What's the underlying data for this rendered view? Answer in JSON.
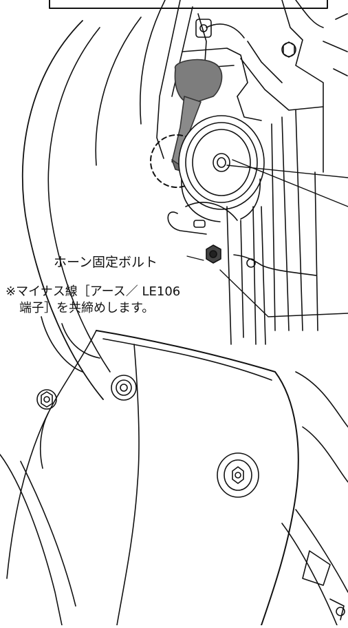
{
  "figure": {
    "bolt_label": "ホーン固定ボルト",
    "note_line1": "※マイナス線［アース／ LE106",
    "note_line2": "端子］を共締めします。"
  }
}
